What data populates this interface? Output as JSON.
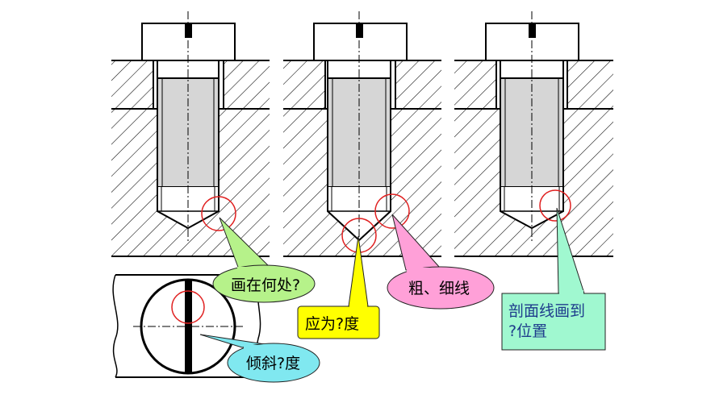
{
  "callouts": {
    "green": {
      "text": "画在何处?",
      "color": "#b6f28a"
    },
    "yellow": {
      "text": "应为?度",
      "color": "#ffff00"
    },
    "pink": {
      "text": "粗、细线",
      "color": "#ffa0d8"
    },
    "teal": {
      "line1": "剖面线画到",
      "line2": "?位置",
      "color": "#a0f8d0"
    },
    "cyan": {
      "text": "倾斜?度",
      "color": "#80e8f0"
    }
  },
  "colors": {
    "outline": "#000000",
    "screw_fill": "#d6d6d6",
    "circle_marker": "#e02020"
  }
}
